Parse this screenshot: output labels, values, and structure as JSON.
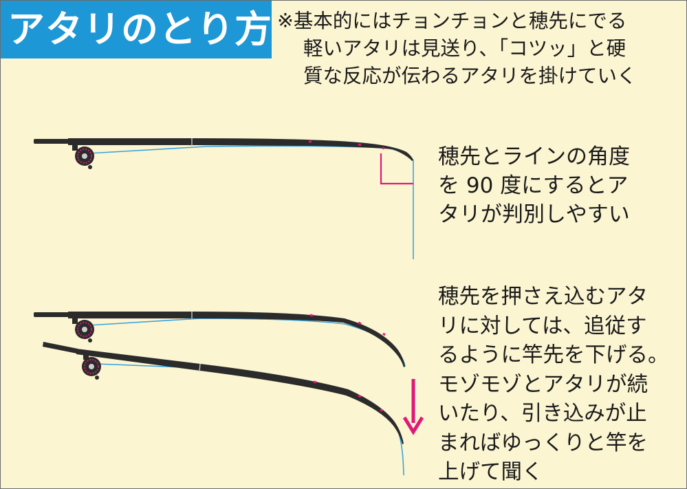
{
  "title": "アタリのとり方",
  "note_lines": [
    "※基本的にはチョンチョンと穂先にでる",
    "軽いアタリは見送り、「コツッ」と硬",
    "質な反応が伝わるアタリを掛けていく"
  ],
  "caption_top_lines": [
    "穂先とラインの角度",
    "を 90 度にするとア",
    "タリが判別しやすい"
  ],
  "caption_bottom_lines": [
    "穂先を押さえ込むアタ",
    "リに対しては、追従す",
    "るように竿先を下げる。",
    "モゾモゾとアタリが続",
    "いたり、引き込みが止",
    "まればゆっくりと竿を",
    "上げて聞く"
  ],
  "colors": {
    "title_bg": "#1d97d6",
    "background": "#fbf5d2",
    "line": "#3aa3dc",
    "accent": "#e0187a",
    "rod": "#2b2b2b"
  }
}
